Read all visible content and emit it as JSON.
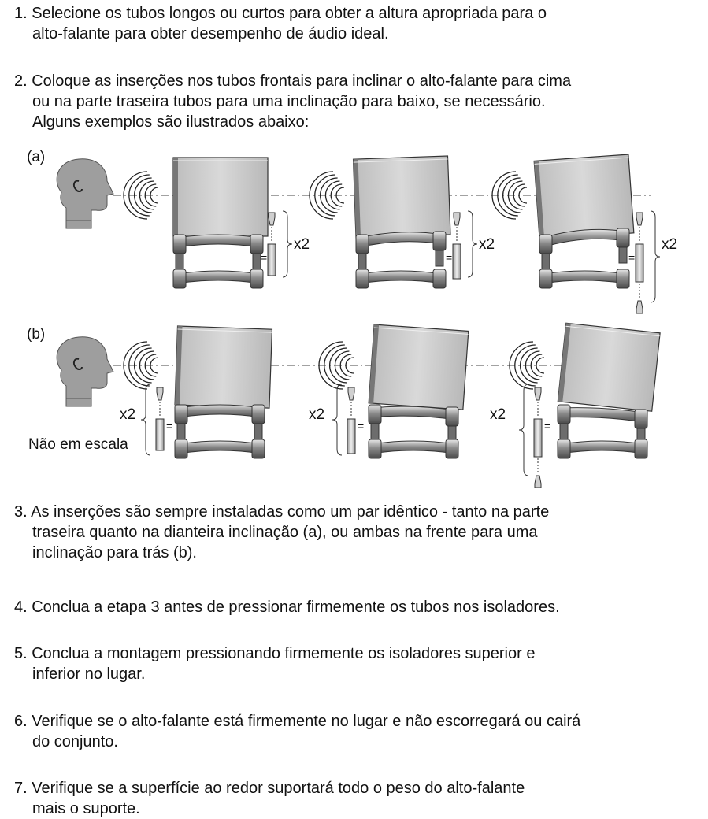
{
  "steps": [
    {
      "lines": [
        "1. Selecione os tubos longos ou curtos para obter a altura apropriada para o",
        "alto-falante para obter desempenho de áudio ideal."
      ]
    },
    {
      "lines": [
        "2. Coloque as inserções nos tubos frontais para inclinar o alto-falante para cima",
        "ou na parte traseira tubos para uma inclinação para baixo, se necessário.",
        "Alguns exemplos são ilustrados abaixo:"
      ]
    },
    {
      "lines": [
        "3. As inserções são sempre instaladas como um par idêntico - tanto na parte",
        "traseira quanto na dianteira inclinação (a), ou ambas na frente para uma",
        "inclinação para trás (b)."
      ]
    },
    {
      "lines": [
        "4. Conclua a etapa 3 antes de pressionar firmemente os tubos nos isoladores."
      ]
    },
    {
      "lines": [
        "5. Conclua a montagem pressionando firmemente os isoladores superior e",
        "inferior no lugar."
      ]
    },
    {
      "lines": [
        "6. Verifique se o alto-falante está firmemente no lugar e não escorregará ou cairá",
        "do conjunto."
      ]
    },
    {
      "lines": [
        "7. Verifique se a superfície ao redor suportará todo o peso do alto-falante",
        "mais o suporte."
      ]
    }
  ],
  "illustration": {
    "row_a_label": "(a)",
    "row_b_label": "(b)",
    "multiplier": "x2",
    "equals": "=",
    "scale_note": "Não em escala"
  }
}
